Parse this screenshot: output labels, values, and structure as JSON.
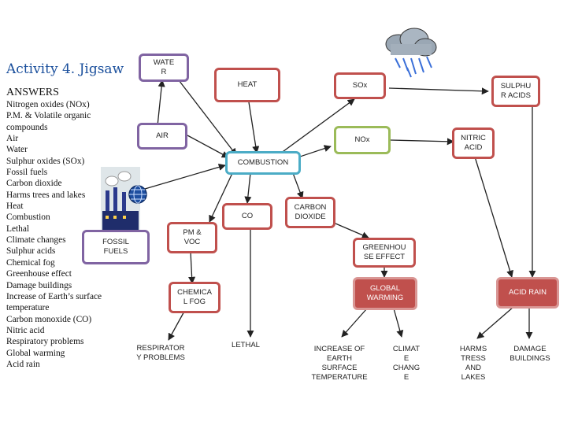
{
  "title": "Activity 4. Jigsaw",
  "answers_heading": "ANSWERS",
  "answers": [
    "Nitrogen oxides (NOx)",
    "P.M. & Volatile organic",
    "compounds",
    "Air",
    "Water",
    "Sulphur oxides (SOx)",
    "Fossil fuels",
    "Carbon dioxide",
    "Harms trees and lakes",
    "Heat",
    "Combustion",
    "Lethal",
    "Climate changes",
    "Sulphur acids",
    "Chemical fog",
    "Greenhouse effect",
    "Damage buildings",
    "Increase of Earth’s surface",
    "temperature",
    "Carbon monoxide (CO)",
    "Nitric acid",
    "Respiratory problems",
    "Global warming",
    "Acid rain"
  ],
  "nodes": {
    "water": "WATE\nR",
    "heat": "HEAT",
    "sox": "SOx",
    "sulphur_acids": "SULPHU\nR ACIDS",
    "air": "AIR",
    "nox": "NOx",
    "nitric_acid": "NITRIC\nACID",
    "combustion": "COMBUSTION",
    "carbon_dioxide": "CARBON\nDIOXIDE",
    "co": "CO",
    "pm_voc": "PM &\nVOC",
    "fossil_fuels": "FOSSIL\nFUELS",
    "greenhouse_effect": "GREENHOU\nSE EFFECT",
    "global_warming": "GLOBAL\nWARMING",
    "acid_rain": "ACID RAIN",
    "chemical_fog": "CHEMICA\nL FOG",
    "respiratory_problems": "RESPIRATOR\nY PROBLEMS",
    "lethal": "LETHAL",
    "increase_temperature": "INCREASE OF\nEARTH\nSURFACE\nTEMPERATURE",
    "climate_change": "CLIMAT\nE\nCHANG\nE",
    "harms_trees": "HARMS\nTRESS\nAND\nLAKES",
    "damage_buildings": "DAMAGE\nBUILDINGS"
  },
  "icons": [
    "rain-cloud-icon",
    "factory-icon",
    "globe-icon"
  ]
}
